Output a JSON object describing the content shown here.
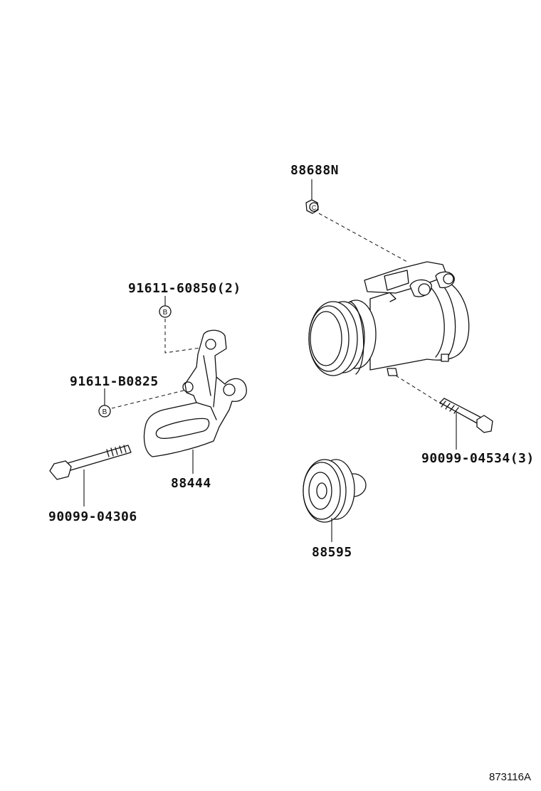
{
  "labels": {
    "compressor_cap": "88688N",
    "bolt_top_b": "91611-60850(2)",
    "bolt_left_b": "91611-B0825",
    "bracket": "88444",
    "long_bolt": "90099-04306",
    "compressor_bolt": "90099-04534(3)",
    "clutch": "88595",
    "illustration_code": "873116A"
  },
  "symbols": {
    "bolt_symbol_top": "B",
    "bolt_symbol_left": "B",
    "cap_symbol": "C"
  },
  "colors": {
    "line": "#111111",
    "background": "#ffffff"
  }
}
